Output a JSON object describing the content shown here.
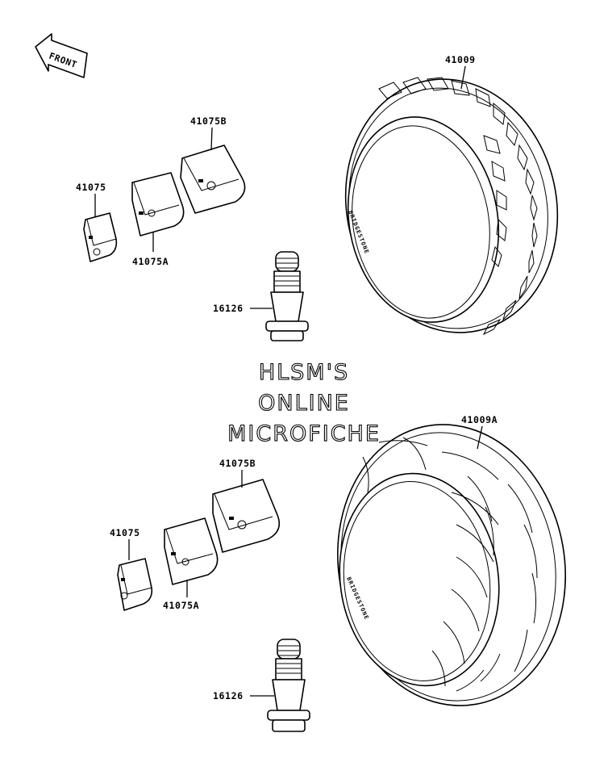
{
  "front_arrow": {
    "label": "FRONT",
    "icon": "front-direction-arrow-icon"
  },
  "watermark": {
    "line1": "HLSM'S",
    "line2": "ONLINE",
    "line3": "MICROFICHE"
  },
  "upper_group": {
    "tire_label": "41009",
    "weight_b_label": "41075B",
    "weight_label": "41075",
    "weight_a_label": "41075A",
    "valve_label": "16126",
    "tire_brand_text": "BRIDGESTONE"
  },
  "lower_group": {
    "tire_label": "41009A",
    "weight_b_label": "41075B",
    "weight_label": "41075",
    "weight_a_label": "41075A",
    "valve_label": "16126",
    "tire_brand_text": "BRIDGESTONE"
  },
  "colors": {
    "line": "#000000",
    "background": "#ffffff"
  }
}
